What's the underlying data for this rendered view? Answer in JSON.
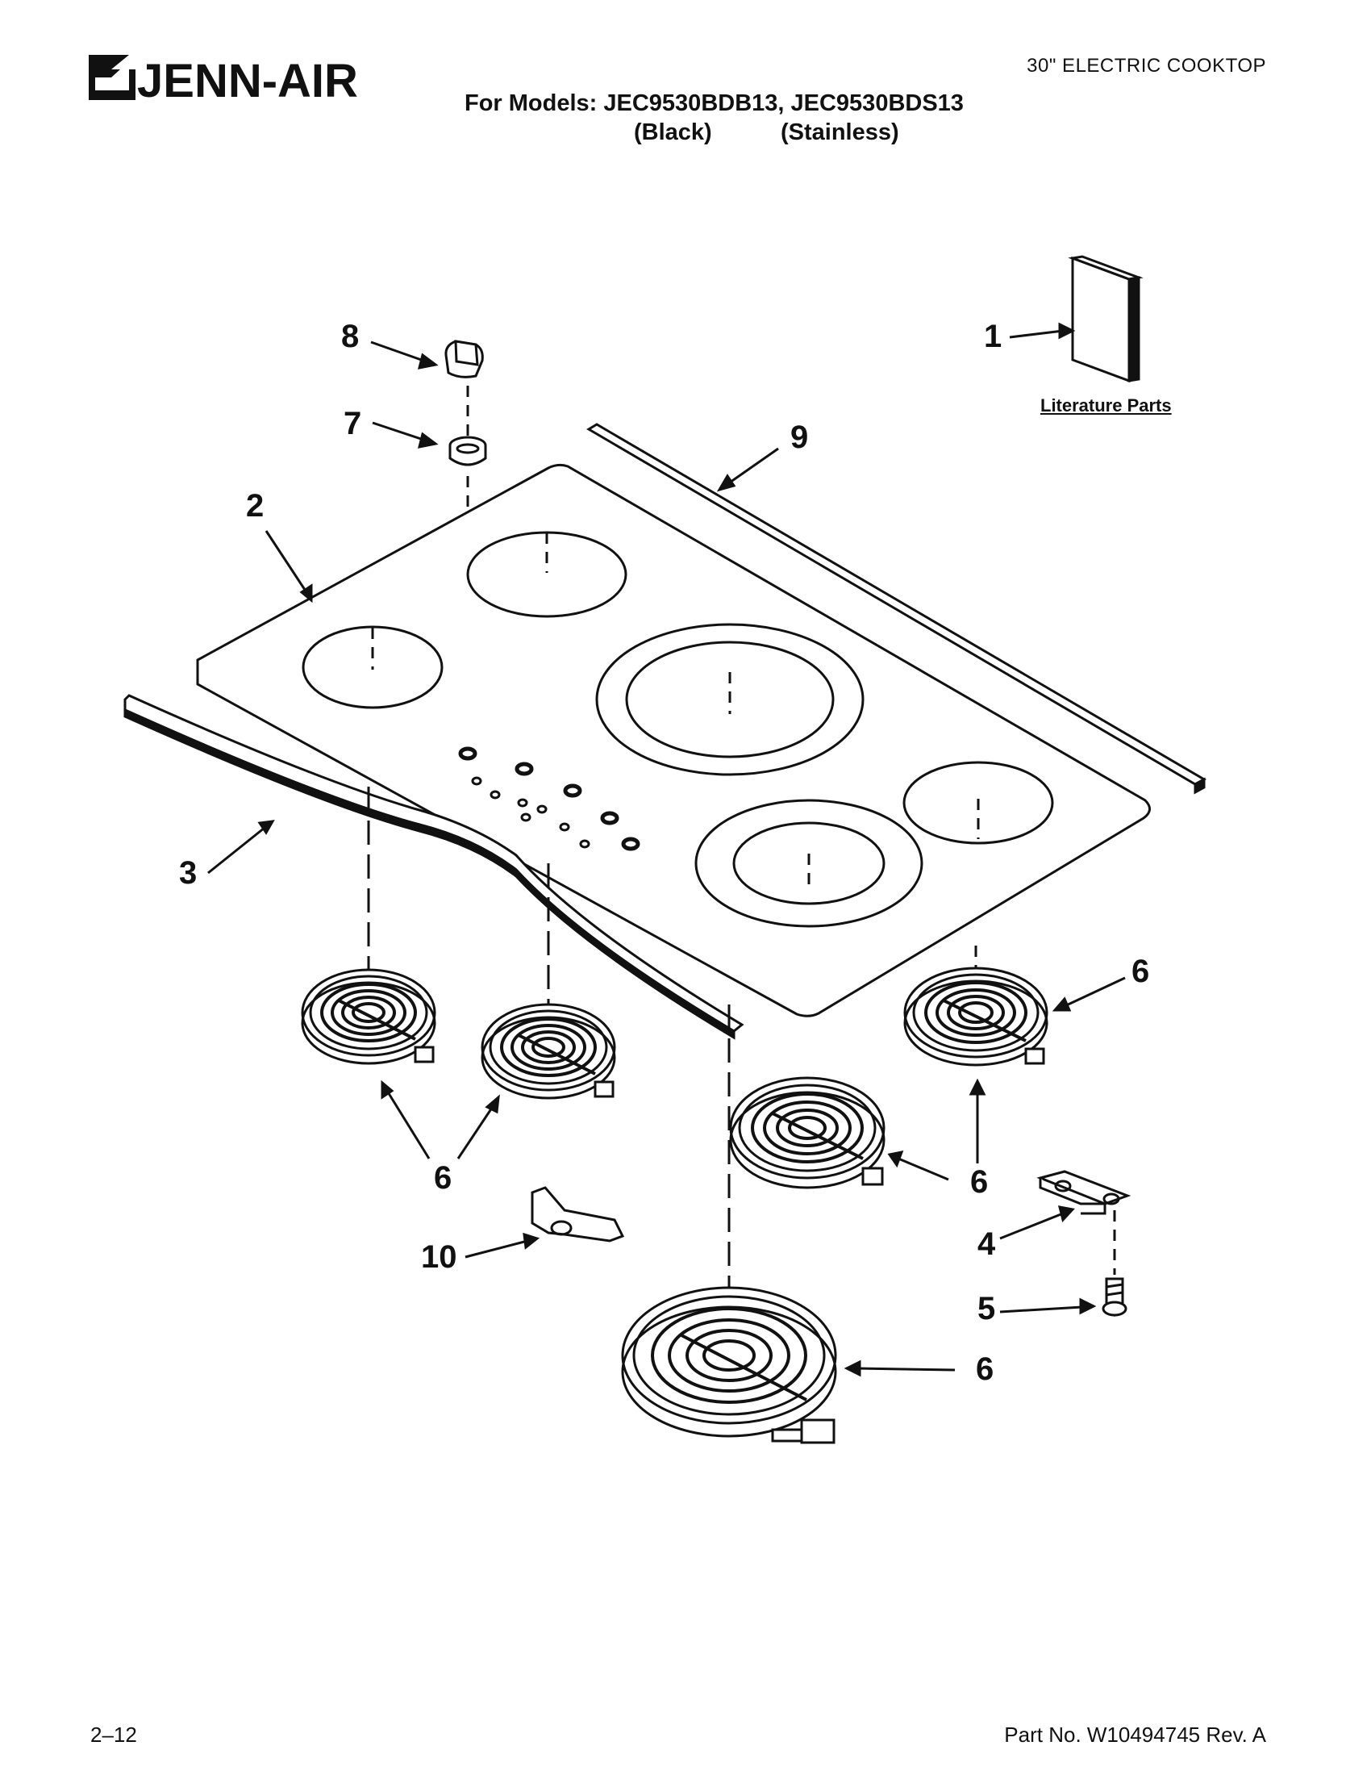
{
  "header": {
    "brand": "JENN-AIR",
    "product": "30\" ELECTRIC COOKTOP",
    "models_line": "For Models: JEC9530BDB13, JEC9530BDS13",
    "variant_black": "(Black)",
    "variant_stainless": "(Stainless)"
  },
  "diagram": {
    "literature_label": "Literature Parts",
    "callouts": [
      "1",
      "2",
      "3",
      "4",
      "5",
      "6",
      "7",
      "8",
      "9",
      "10"
    ]
  },
  "footer": {
    "page": "2–12",
    "part_number": "Part No. W10494745 Rev. A"
  }
}
